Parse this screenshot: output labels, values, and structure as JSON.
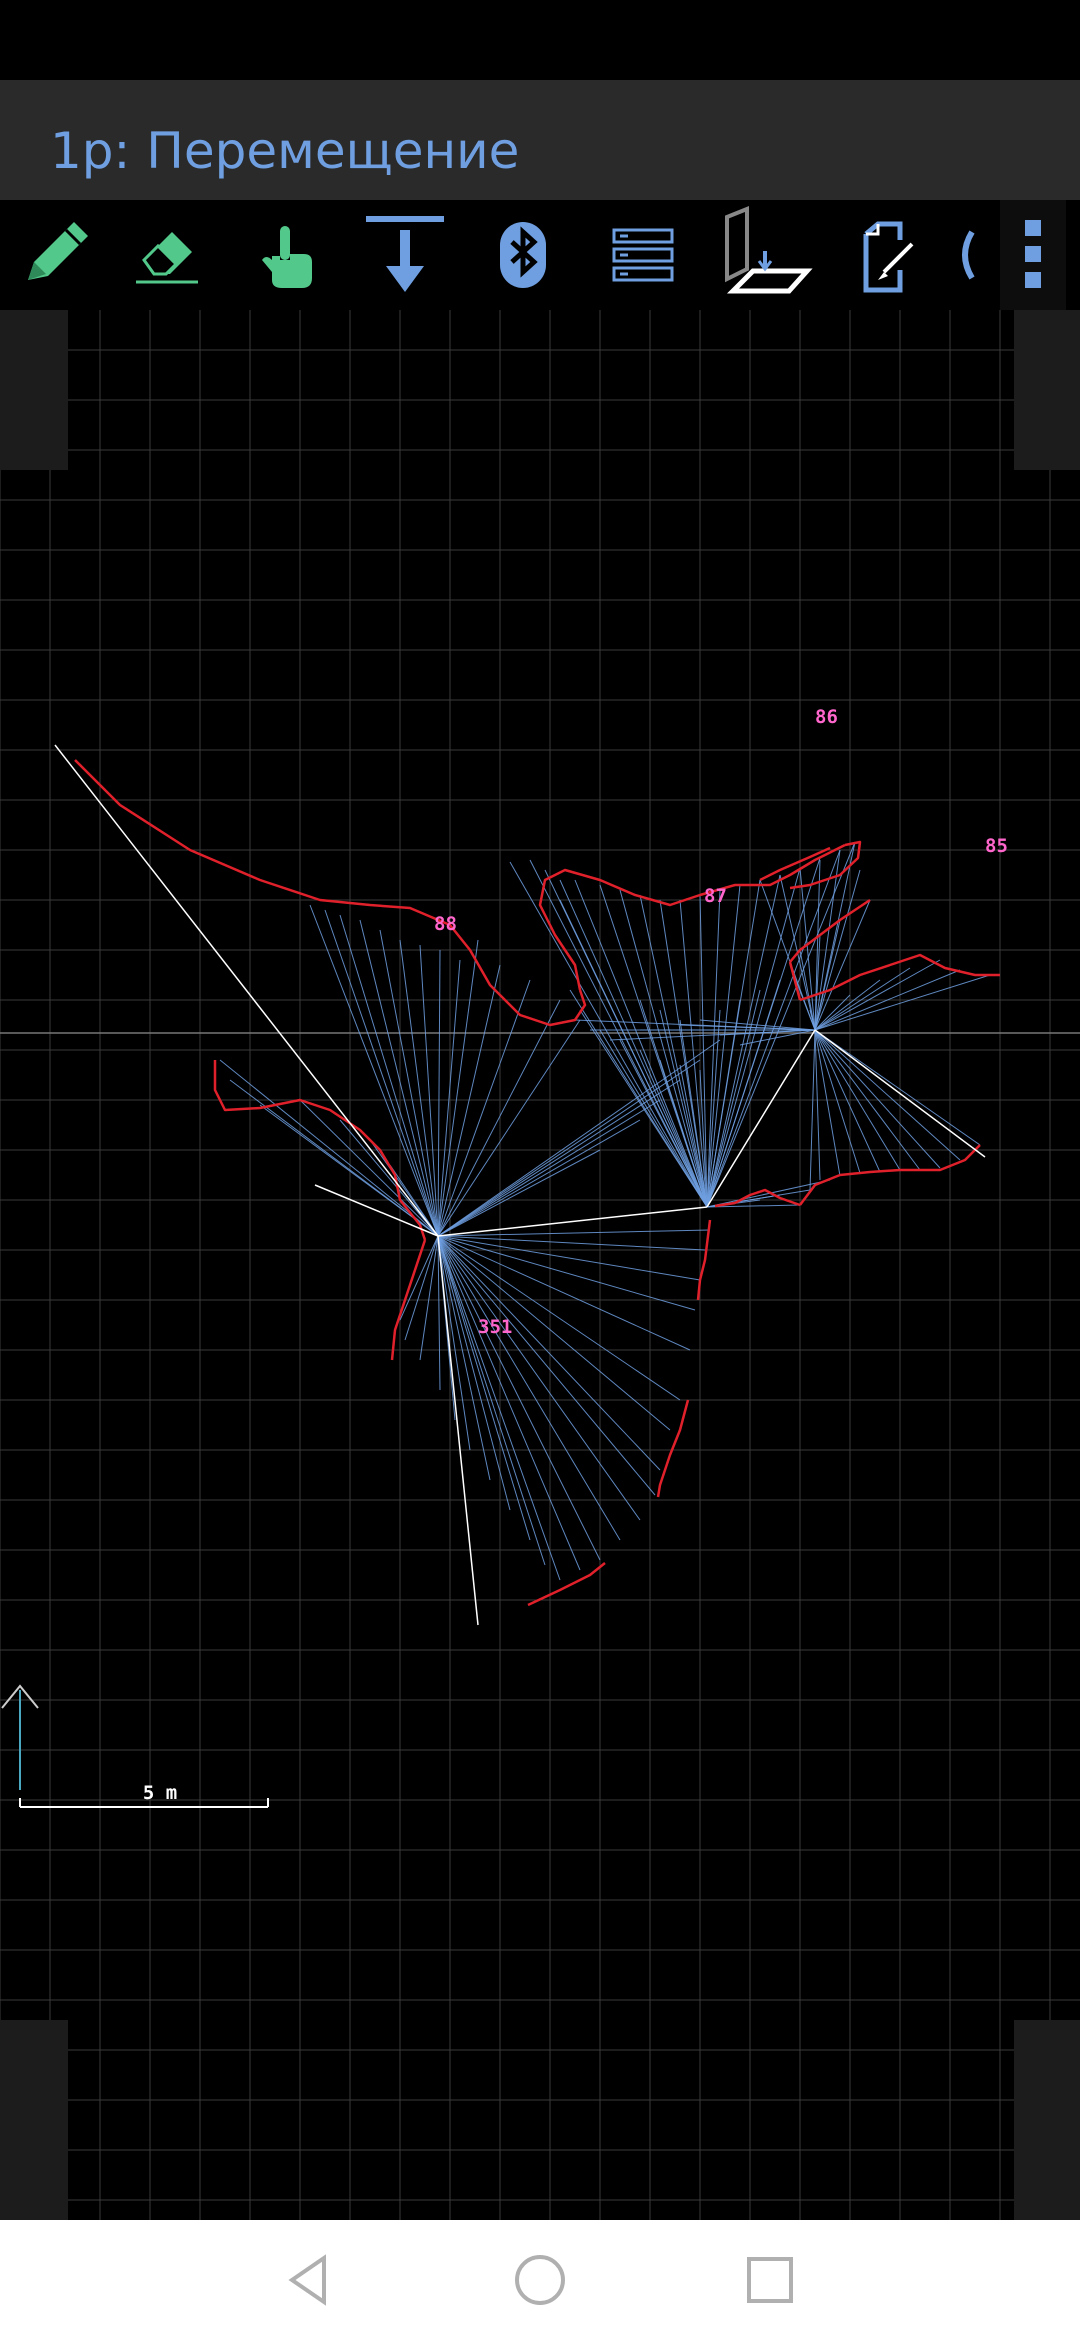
{
  "title": "1р: Перемещение",
  "toolbar": {
    "items": [
      {
        "name": "pencil-icon"
      },
      {
        "name": "eraser-icon"
      },
      {
        "name": "hand-pointer-icon"
      },
      {
        "name": "download-arrow-icon"
      },
      {
        "name": "bluetooth-icon"
      },
      {
        "name": "list-icon"
      },
      {
        "name": "export-floor-icon"
      },
      {
        "name": "edit-note-icon"
      },
      {
        "name": "overflow-menu-icon"
      }
    ]
  },
  "map": {
    "stations": [
      {
        "label": "86"
      },
      {
        "label": "85"
      },
      {
        "label": "87"
      },
      {
        "label": "88"
      },
      {
        "label": "351"
      }
    ],
    "scale_label": "5 m",
    "colors": {
      "wall": "#e0202a",
      "splay": "#6f9fe0",
      "leg": "#ffffff",
      "station": "#ff66cc",
      "grid": "#3a3a3a"
    }
  },
  "nav": {
    "back": "back-icon",
    "home": "home-icon",
    "recents": "recents-icon"
  }
}
